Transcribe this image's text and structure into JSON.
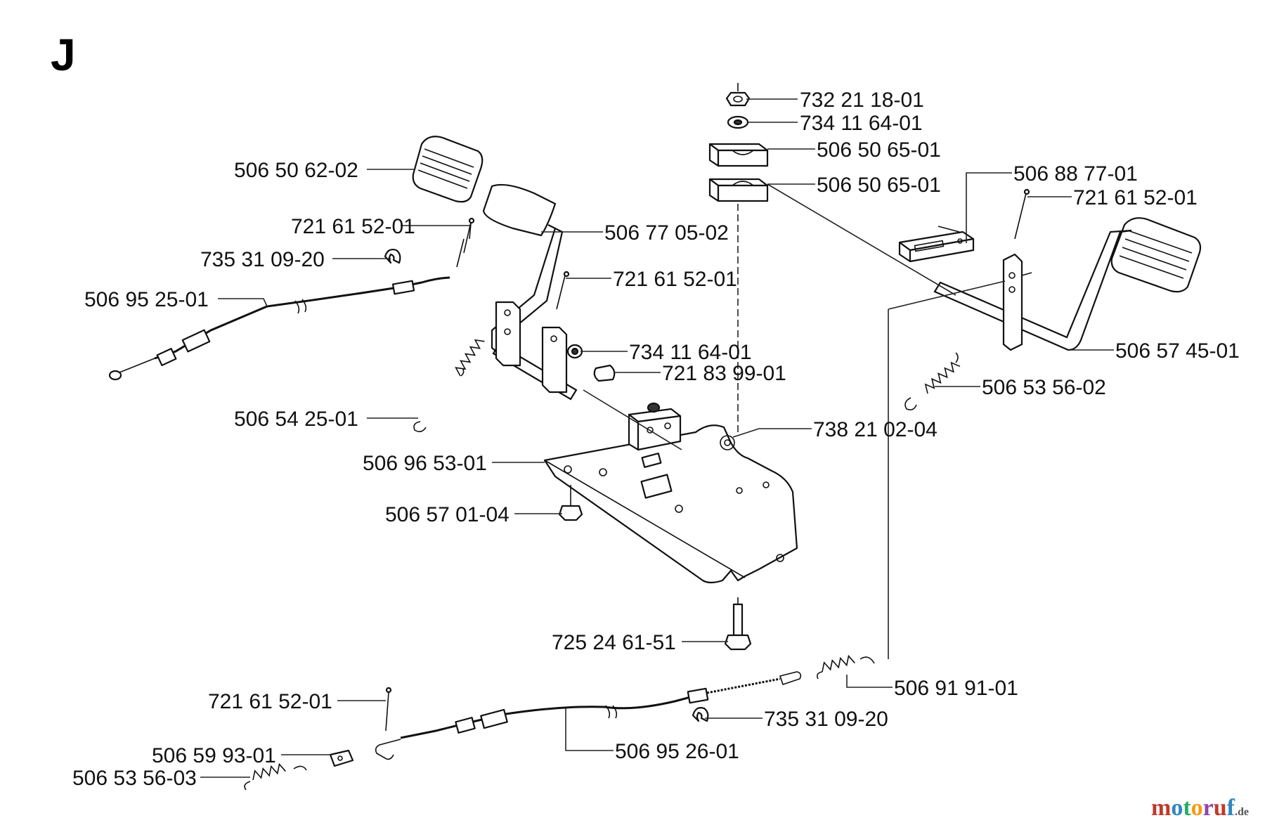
{
  "section_letter": "J",
  "watermark": {
    "letters": [
      {
        "ch": "m",
        "color": "#c0392b"
      },
      {
        "ch": "o",
        "color": "#2e86c1"
      },
      {
        "ch": "t",
        "color": "#27ae60"
      },
      {
        "ch": "o",
        "color": "#f39c12"
      },
      {
        "ch": "r",
        "color": "#8e44ad"
      },
      {
        "ch": "u",
        "color": "#c0392b"
      },
      {
        "ch": "f",
        "color": "#2e86c1"
      }
    ],
    "suffix": ".de"
  },
  "labels": [
    {
      "id": "l01",
      "text": "732 21 18-01"
    },
    {
      "id": "l02",
      "text": "734 11 64-01"
    },
    {
      "id": "l03",
      "text": "506 50 65-01"
    },
    {
      "id": "l04",
      "text": "506 50 65-01"
    },
    {
      "id": "l05",
      "text": "506 88 77-01"
    },
    {
      "id": "l06",
      "text": "721 61 52-01"
    },
    {
      "id": "l07",
      "text": "506 50 62-02"
    },
    {
      "id": "l08",
      "text": "721 61 52-01"
    },
    {
      "id": "l09",
      "text": "506 77 05-02"
    },
    {
      "id": "l10",
      "text": "735 31 09-20"
    },
    {
      "id": "l11",
      "text": "721 61 52-01"
    },
    {
      "id": "l12",
      "text": "506 95 25-01"
    },
    {
      "id": "l13",
      "text": "734 11 64-01"
    },
    {
      "id": "l14",
      "text": "506 57 45-01"
    },
    {
      "id": "l15",
      "text": "721 83 99-01"
    },
    {
      "id": "l16",
      "text": "506 53 56-02"
    },
    {
      "id": "l17",
      "text": "506 54 25-01"
    },
    {
      "id": "l18",
      "text": "738 21 02-04"
    },
    {
      "id": "l19",
      "text": "506 96 53-01"
    },
    {
      "id": "l20",
      "text": "506 57 01-04"
    },
    {
      "id": "l21",
      "text": "725 24 61-51"
    },
    {
      "id": "l22",
      "text": "506 91 91-01"
    },
    {
      "id": "l23",
      "text": "721 61 52-01"
    },
    {
      "id": "l24",
      "text": "735 31 09-20"
    },
    {
      "id": "l25",
      "text": "506 59 93-01"
    },
    {
      "id": "l26",
      "text": "506 95 26-01"
    },
    {
      "id": "l27",
      "text": "506 53 56-03"
    }
  ]
}
